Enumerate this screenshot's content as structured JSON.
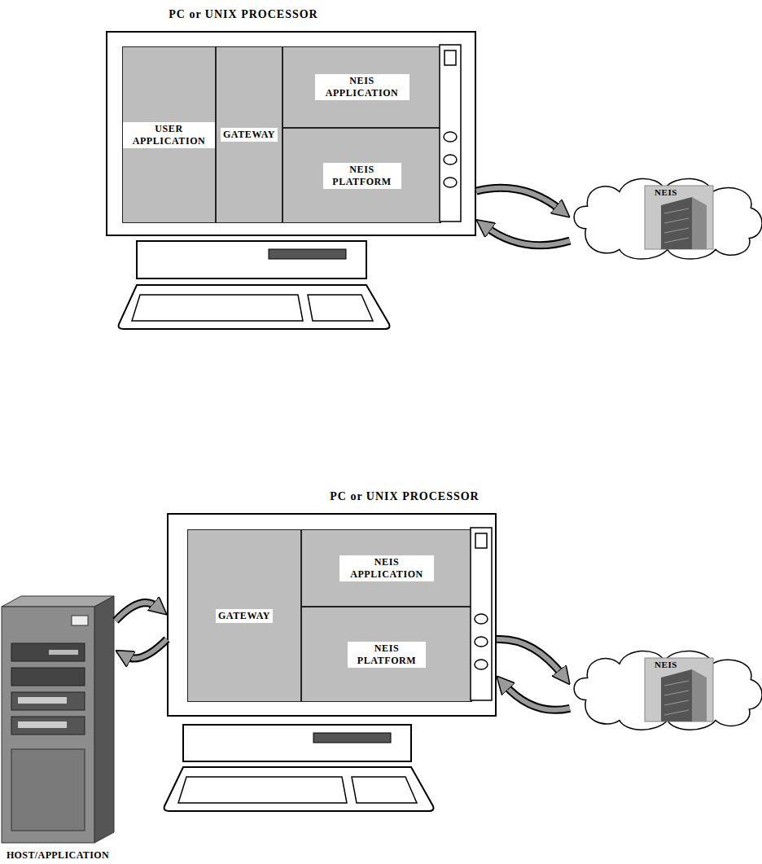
{
  "diagram": {
    "nodes": [
      {
        "text": [
          "PC or UNIX PROCESSOR"
        ]
      },
      {
        "text": [
          "USER APPLICATION"
        ],
        "in": 0
      },
      {
        "text": [
          "GATEWAY"
        ],
        "in": 0
      },
      {
        "text": [
          "NEIS APPLICATION"
        ],
        "in": 0
      },
      {
        "text": [
          "NEIS PLATFORM"
        ],
        "in": 0
      },
      {
        "text": [
          "NEIS"
        ]
      },
      {
        "text": [
          "PC or UNIX PROCESSOR"
        ]
      },
      {
        "text": [
          "GATEWAY"
        ],
        "in": 6
      },
      {
        "text": [
          "NEIS APPLICATION"
        ],
        "in": 6
      },
      {
        "text": [
          "NEIS PLATFORM"
        ],
        "in": 6
      },
      {
        "text": [
          "NEIS"
        ]
      },
      {
        "text": [
          "HOST/APPLICATION"
        ]
      }
    ],
    "edges": [
      {
        "from": 0,
        "to": 5,
        "arrow": "both"
      },
      {
        "from": 11,
        "to": 6,
        "arrow": "both"
      },
      {
        "from": 6,
        "to": 10,
        "arrow": "both"
      }
    ]
  }
}
